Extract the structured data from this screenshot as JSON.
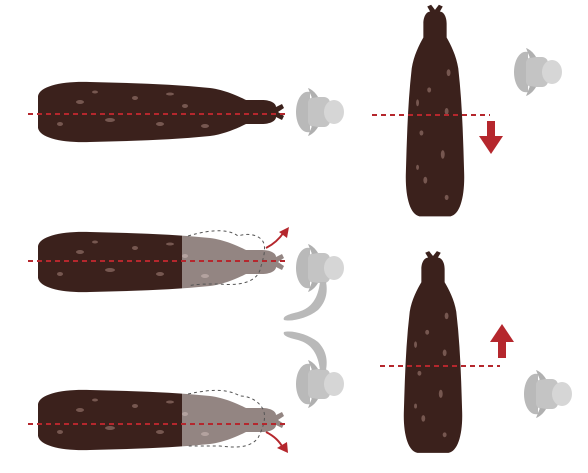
{
  "colors": {
    "background": "#ffffff",
    "cow_body": "#3b211c",
    "cow_body_dark": "#2a1612",
    "cow_spots": "#8a6a62",
    "cow_ghost": "#8d8680",
    "handler_gray": "#b9b9b9",
    "handler_light": "#d6d6d6",
    "guide_line": "#b5272d",
    "arrow": "#b5272d"
  },
  "icons": [
    "cow-topview-icon",
    "handler-topview-icon",
    "arrow-down-icon",
    "arrow-up-icon",
    "curved-arrow-icon"
  ],
  "panels": [
    {
      "id": "horizontal-balanced",
      "cow_orientation": "horizontal",
      "movement": "none"
    },
    {
      "id": "vertical-handler-ahead",
      "cow_orientation": "vertical",
      "movement": "down"
    },
    {
      "id": "horizontal-turn-up",
      "cow_orientation": "horizontal",
      "movement": "curve-up"
    },
    {
      "id": "vertical-handler-behind",
      "cow_orientation": "vertical",
      "movement": "up"
    },
    {
      "id": "horizontal-turn-down",
      "cow_orientation": "horizontal",
      "movement": "curve-down"
    }
  ]
}
